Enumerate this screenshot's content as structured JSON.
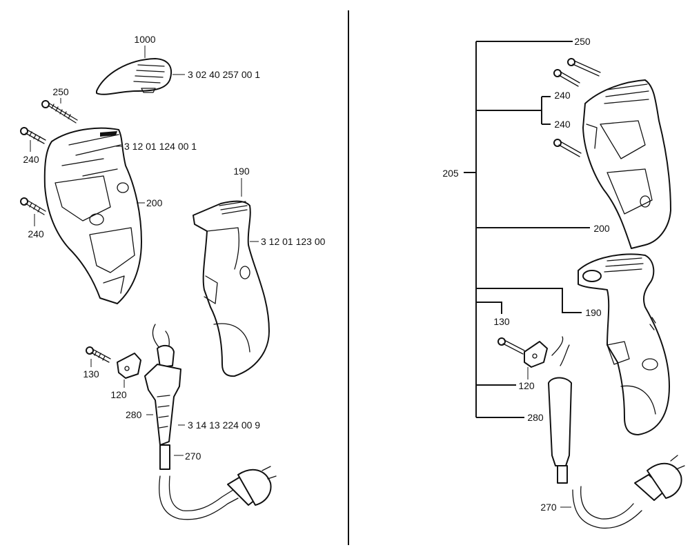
{
  "left_panel": {
    "callouts": {
      "c1000": "1000",
      "c250": "250",
      "c240a": "240",
      "c240b": "240",
      "c200": "200",
      "c190": "190",
      "c130": "130",
      "c120": "120",
      "c280": "280",
      "c270": "270"
    },
    "part_numbers": {
      "pn_cover": "3 02 40 257 00 1",
      "pn_housing_left": "3 12 01 124 00 1",
      "pn_housing_right": "3 12 01 123 00",
      "pn_cable": "3 14 13 224 00 9"
    }
  },
  "right_panel": {
    "callouts": {
      "c205": "205",
      "c250": "250",
      "c240a": "240",
      "c240b": "240",
      "c200": "200",
      "c190": "190",
      "c130": "130",
      "c120": "120",
      "c280": "280",
      "c270": "270"
    }
  }
}
